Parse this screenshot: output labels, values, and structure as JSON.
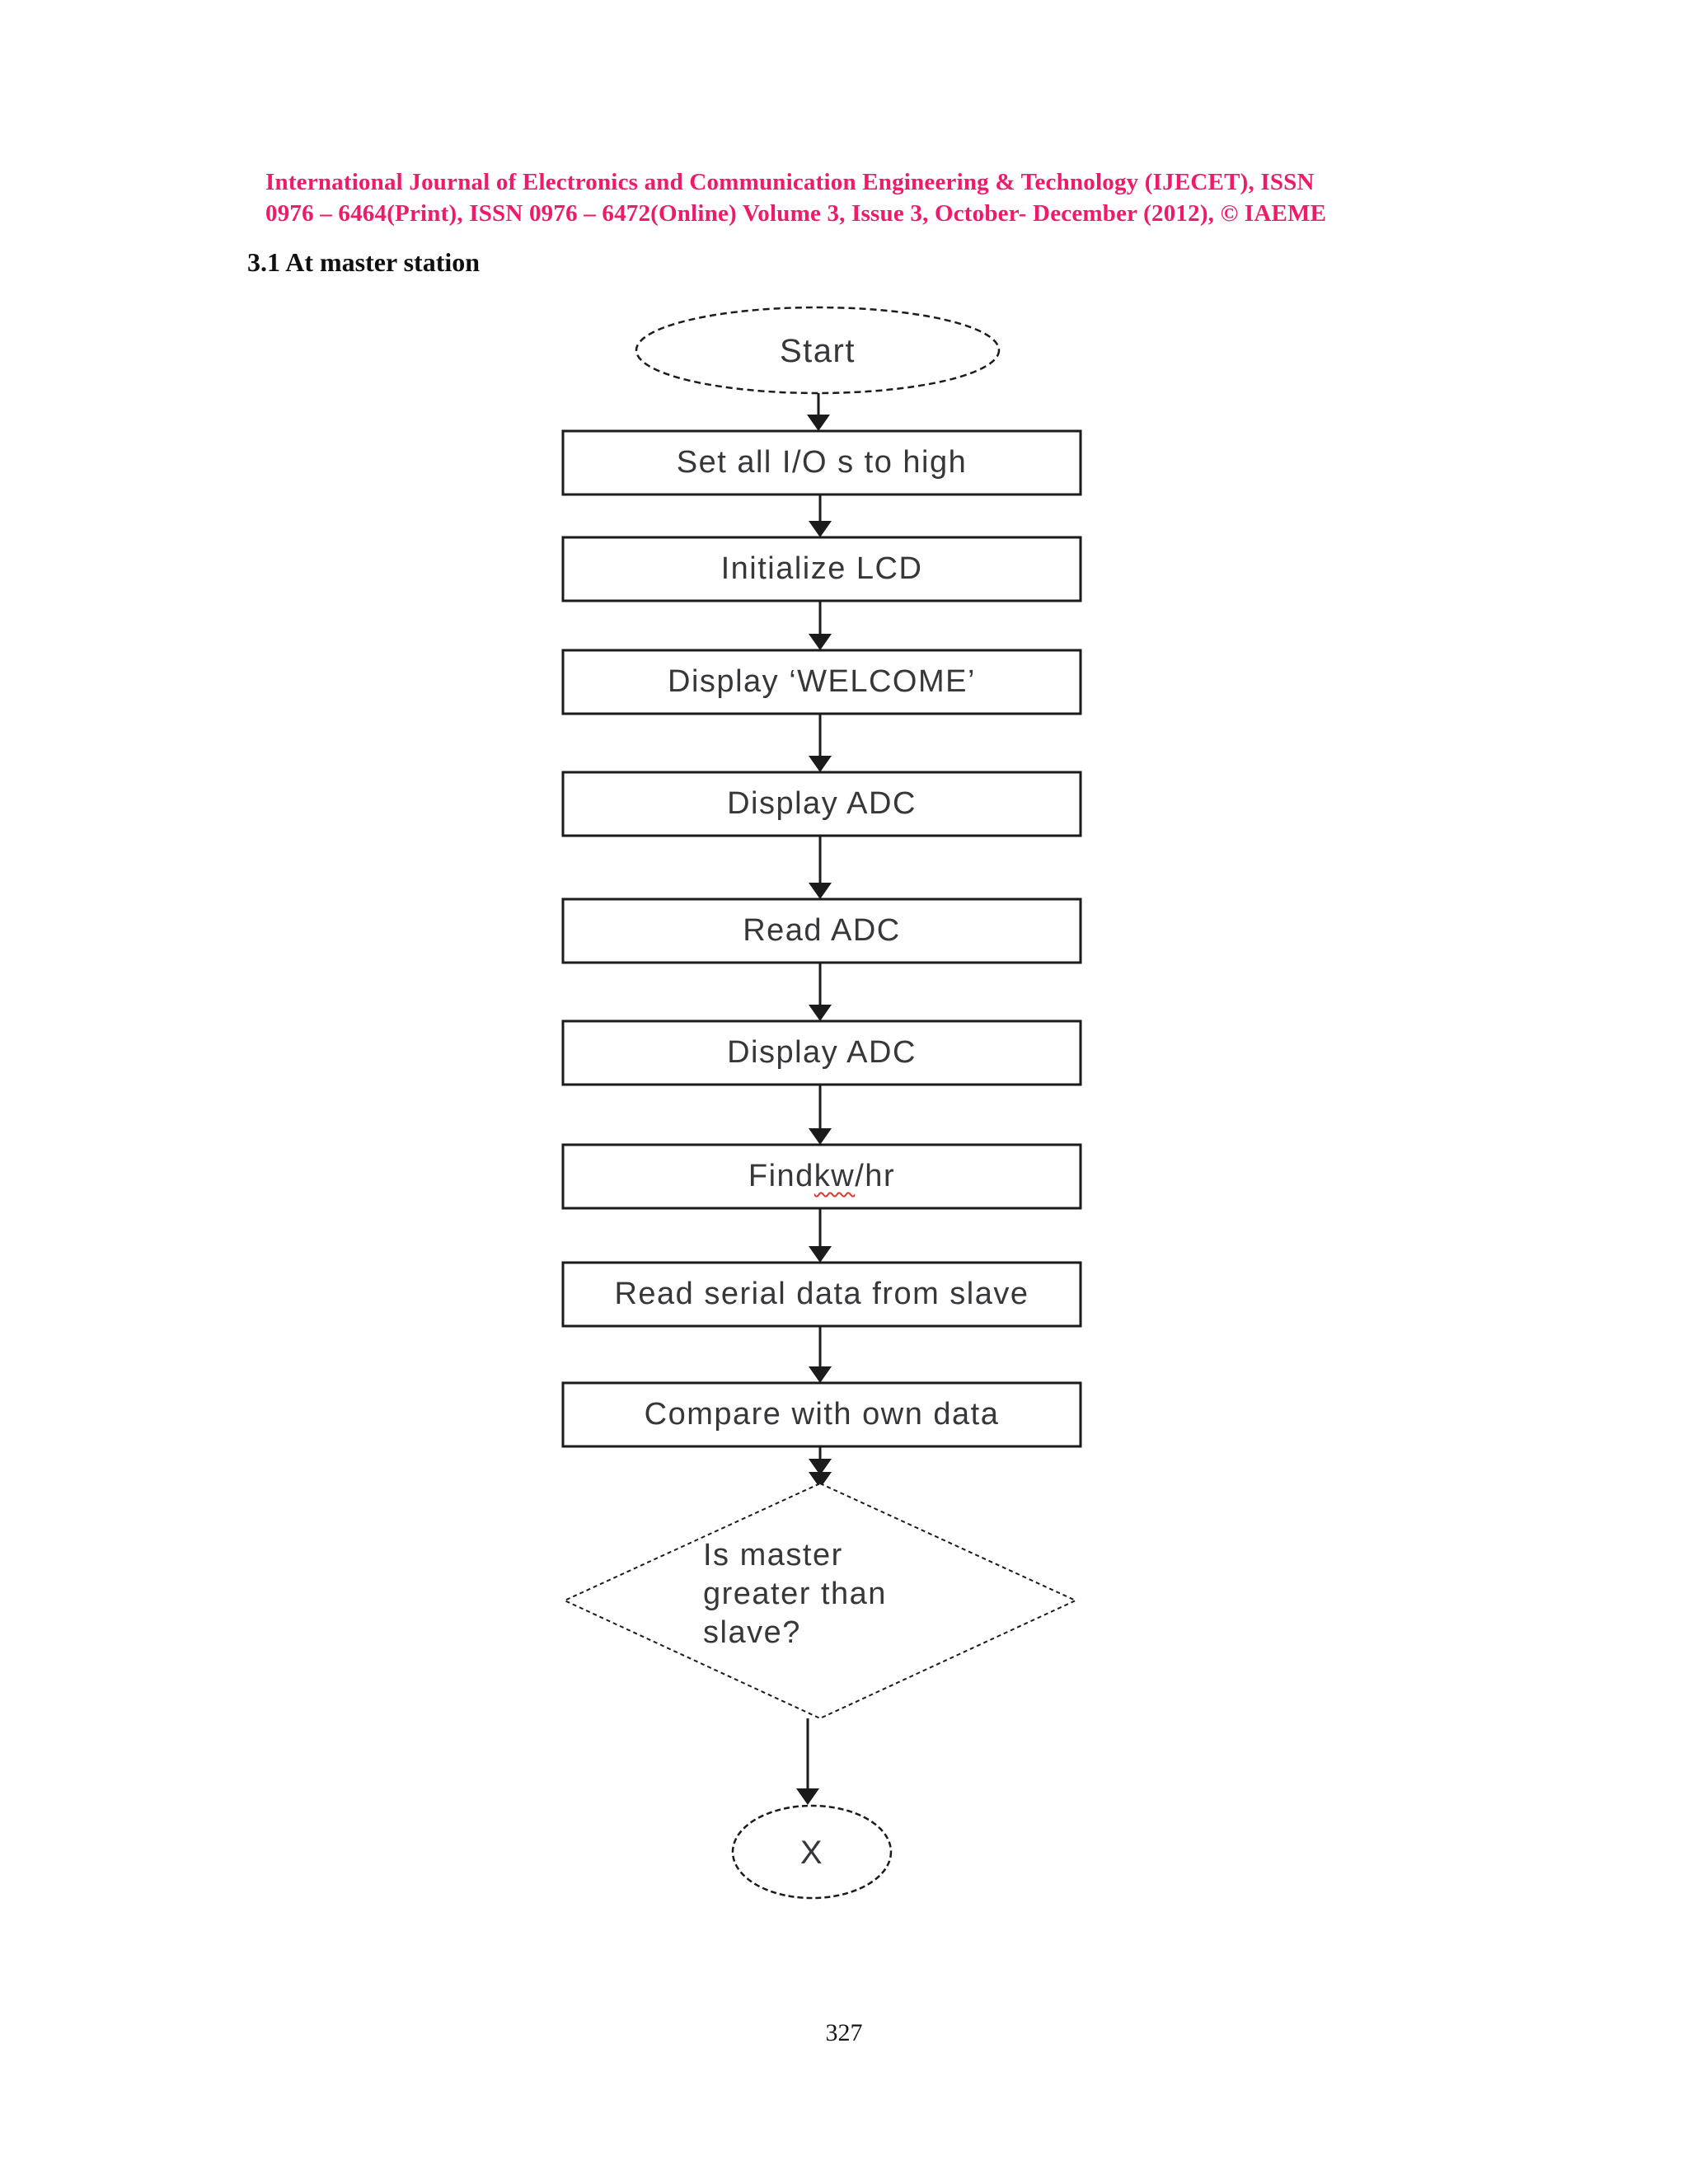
{
  "header": {
    "line1": "International Journal of Electronics and Communication Engineering & Technology (IJECET), ISSN",
    "line2": "0976 – 6464(Print), ISSN 0976 – 6472(Online) Volume 3, Issue 3, October- December (2012), © IAEME",
    "color": "#ee1a6b"
  },
  "section": {
    "title": "3.1 At master station"
  },
  "flowchart": {
    "start_label": "Start",
    "boxes": [
      {
        "label": "Set all I/O s to high"
      },
      {
        "label": "Initialize LCD"
      },
      {
        "label": "Display ‘WELCOME’"
      },
      {
        "label": "Display ADC"
      },
      {
        "label": "Read ADC"
      },
      {
        "label": "Display ADC"
      },
      {
        "label_prefix": "Find ",
        "label_underlined": "kw",
        "label_suffix": "/hr"
      },
      {
        "label": "Read serial data from slave"
      },
      {
        "label": "Compare with own data"
      }
    ],
    "decision": {
      "lines": [
        "Is master",
        "greater than",
        "slave?"
      ]
    },
    "end_label": "X",
    "text_color": "#37373b",
    "line_color": "#1b1b1b",
    "squiggle_color": "#d83a34"
  },
  "footer": {
    "page_number": "327"
  }
}
